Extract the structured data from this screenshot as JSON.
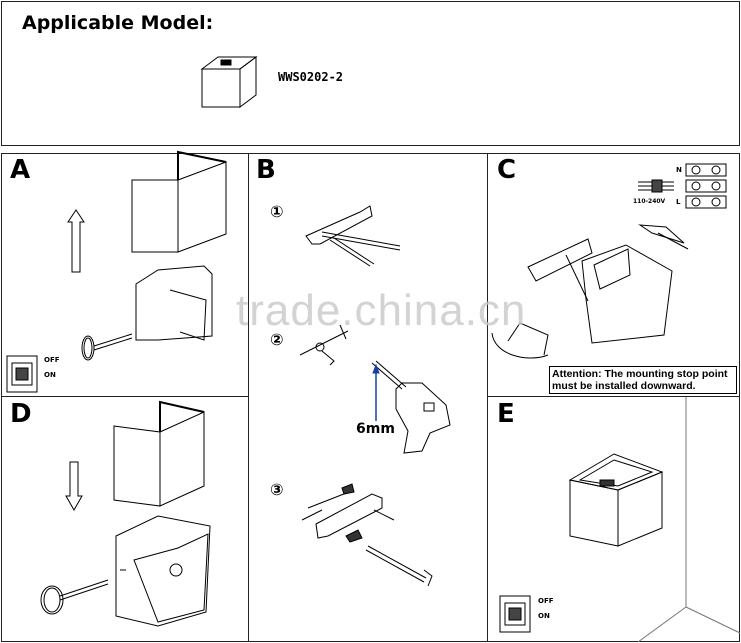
{
  "header": {
    "title": "Applicable Model:",
    "model": "WWS0202-2"
  },
  "panels": {
    "a": {
      "letter": "A",
      "switch_off": "OFF",
      "switch_on": "ON"
    },
    "b": {
      "letter": "B",
      "step1": "①",
      "step2": "②",
      "step3": "③",
      "drill_size": "6mm"
    },
    "c": {
      "letter": "C",
      "voltage": "110-240V",
      "terminal_n": "N",
      "terminal_l": "L",
      "attention": "Attention: The mounting stop point must be installed downward."
    },
    "d": {
      "letter": "D"
    },
    "e": {
      "letter": "E",
      "switch_off": "OFF",
      "switch_on": "ON"
    }
  },
  "watermark": "trade.china.cn"
}
